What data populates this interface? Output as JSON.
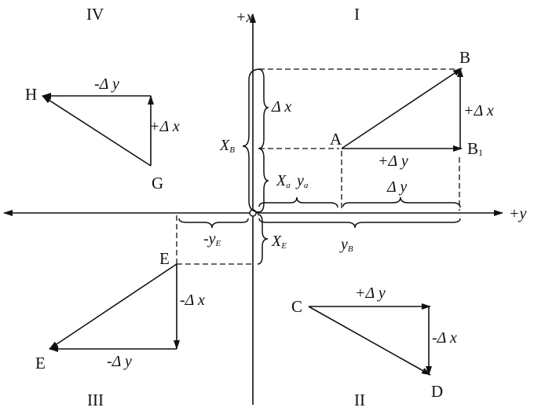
{
  "quadrants": {
    "q1": "I",
    "q2": "II",
    "q3": "III",
    "q4": "IV"
  },
  "axes": {
    "x_label": "+x",
    "y_label": "+y"
  },
  "points": {
    "A": "A",
    "B": "B",
    "B1_base": "B",
    "B1_sub": "1",
    "C": "C",
    "D": "D",
    "E1": "E",
    "E2": "E",
    "G": "G",
    "H": "H"
  },
  "labels": {
    "dx_pos": "+Δ x",
    "dy_pos": "+Δ y",
    "dx_neg": "-Δ x",
    "dy_neg": "-Δ y",
    "dx": "Δ x",
    "dy": "Δ y",
    "x_base": "X",
    "x_sub_B": "B",
    "y_base": "y",
    "y_sub_B": "B",
    "x_sub_E": "E",
    "y_sub_E": "E",
    "xa_base": "X",
    "xa_sub": "a",
    "ya_base": "y",
    "ya_sub": "a",
    "neg_yE_base": "-y"
  }
}
